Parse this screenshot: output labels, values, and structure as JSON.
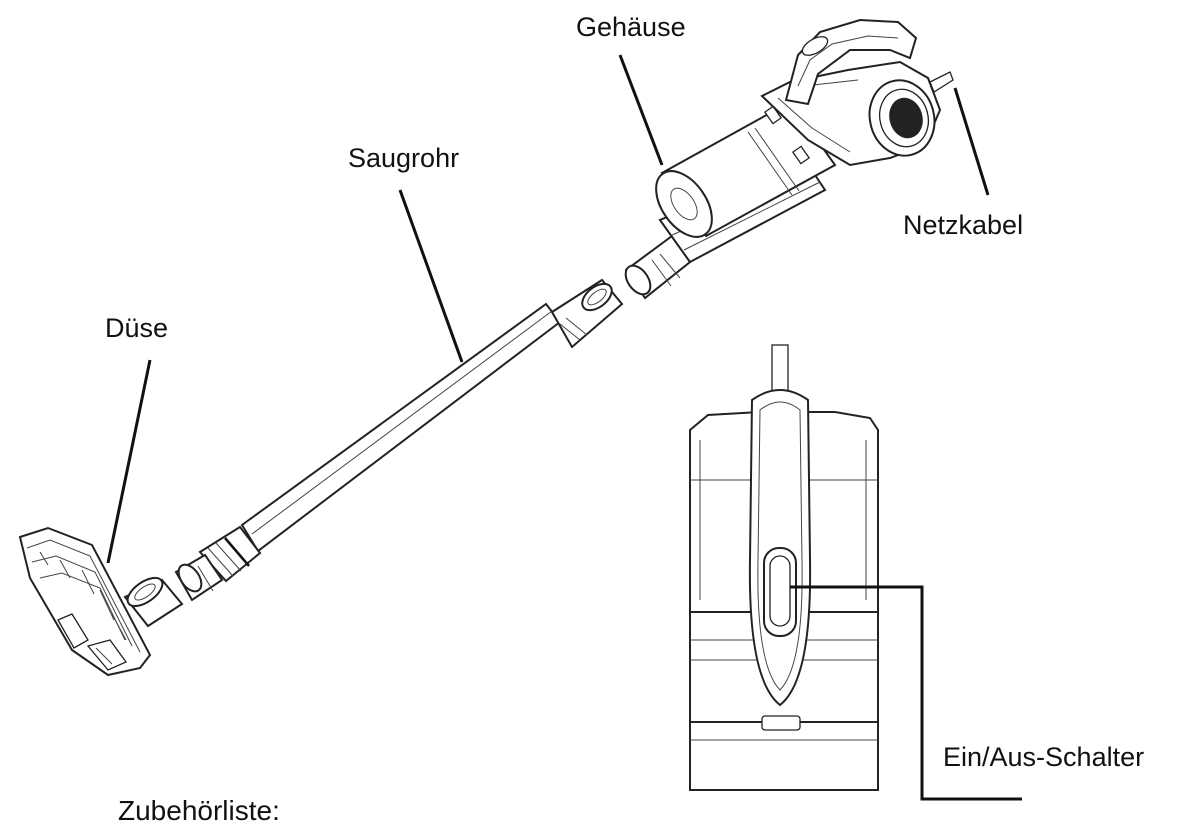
{
  "labels": {
    "housing": "Gehäuse",
    "tube": "Saugrohr",
    "power_cord": "Netzkabel",
    "nozzle": "Düse",
    "switch": "Ein/Aus-Schalter",
    "accessories": "Zubehörliste:"
  },
  "colors": {
    "line": "#111111",
    "background": "#ffffff"
  }
}
